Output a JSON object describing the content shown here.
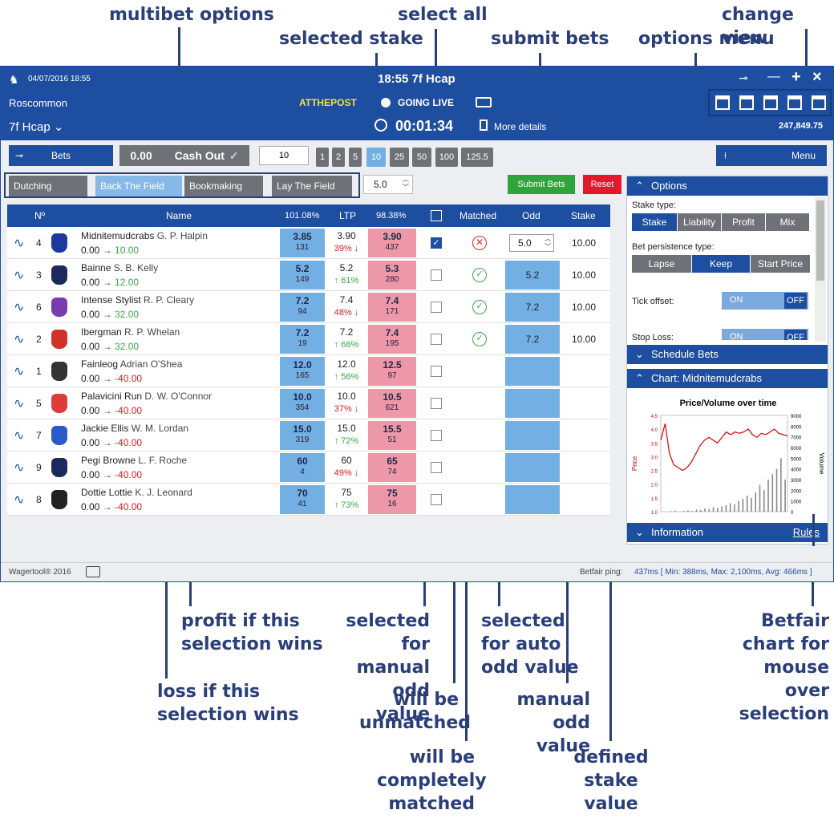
{
  "annotations": {
    "multibet": "multibet options",
    "selected_stake": "selected stake",
    "select_all": "select all",
    "submit_bets": "submit bets",
    "change_view": "change view",
    "options_menu": "options menu",
    "profit1": "profit if this",
    "profit2": "selection wins",
    "loss1": "loss if this",
    "loss2": "selection wins",
    "manual1": "selected",
    "manual2": "for manual",
    "manual3": "odd value",
    "unmatched1": "will be",
    "unmatched2": "unmatched",
    "matched1": "will be",
    "matched2": "completely",
    "matched3": "matched",
    "auto1": "selected",
    "auto2": "for auto",
    "auto3": "odd value",
    "manualodd1": "manual",
    "manualodd2": "odd value",
    "stake1": "defined",
    "stake2": "stake value",
    "chart1": "Betfair",
    "chart2": "chart for",
    "chart3": "mouse over",
    "chart4": "selection"
  },
  "header": {
    "datetime": "04/07/2016 18:55",
    "title": "18:55 7f Hcap",
    "venue": "Roscommon",
    "atthepost": "ATTHEPOST",
    "going": "GOING LIVE",
    "market": "7f Hcap",
    "countdown": "00:01:34",
    "more": "More details",
    "balance": "247,849.75",
    "pin": "⊸",
    "minimize": "—",
    "plus": "+",
    "close": "×"
  },
  "toolbar": {
    "bets": "Bets",
    "cashout_value": "0.00",
    "cashout_label": "Cash Out",
    "stake_input": "10",
    "stakes": [
      "1",
      "2",
      "5",
      "10",
      "25",
      "50",
      "100",
      "125.5"
    ],
    "menu": "Menu",
    "multibet": [
      "Dutching",
      "Back The Field",
      "Bookmaking",
      "Lay The Field"
    ],
    "multibet_value": "5.0",
    "submit": "Submit Bets",
    "reset": "Reset"
  },
  "columns": {
    "no": "Nº",
    "name": "Name",
    "back_pct": "101.08%",
    "ltp": "LTP",
    "lay_pct": "98.38%",
    "matched": "Matched",
    "odd": "Odd",
    "stake": "Stake"
  },
  "runners": [
    {
      "no": "4",
      "name": "Midnitemudcrabs",
      "jockey": "G. P. Halpin",
      "profit": "0.00",
      "target": "10.00",
      "target_color": "#3aa64a",
      "back": "3.85",
      "back_vol": "131",
      "ltp": "3.90",
      "chg": "39% ↓",
      "chg_color": "#d62020",
      "lay": "3.90",
      "lay_vol": "437",
      "checked": true,
      "status": "unmatched",
      "odd": "5.0",
      "odd_mode": "manual",
      "stake": "10.00",
      "silk": "#1b3aa0"
    },
    {
      "no": "3",
      "name": "Bainne",
      "jockey": "S. B. Kelly",
      "profit": "0.00",
      "target": "12.00",
      "target_color": "#3aa64a",
      "back": "5.2",
      "back_vol": "149",
      "ltp": "5.2",
      "chg": "↑ 61%",
      "chg_color": "#3aa64a",
      "lay": "5.3",
      "lay_vol": "280",
      "checked": false,
      "status": "matched",
      "odd": "5.2",
      "odd_mode": "auto",
      "stake": "10.00",
      "silk": "#1b2a5a"
    },
    {
      "no": "6",
      "name": "Intense Stylist",
      "jockey": "R. P. Cleary",
      "profit": "0.00",
      "target": "32.00",
      "target_color": "#3aa64a",
      "back": "7.2",
      "back_vol": "94",
      "ltp": "7.4",
      "chg": "48% ↓",
      "chg_color": "#d62020",
      "lay": "7.4",
      "lay_vol": "171",
      "checked": false,
      "status": "matched",
      "odd": "7.2",
      "odd_mode": "auto",
      "stake": "10.00",
      "silk": "#7a3ab0"
    },
    {
      "no": "2",
      "name": "Ibergman",
      "jockey": "R. P. Whelan",
      "profit": "0.00",
      "target": "32.00",
      "target_color": "#3aa64a",
      "back": "7.2",
      "back_vol": "19",
      "ltp": "7.2",
      "chg": "↑ 68%",
      "chg_color": "#3aa64a",
      "lay": "7.4",
      "lay_vol": "195",
      "checked": false,
      "status": "matched",
      "odd": "7.2",
      "odd_mode": "auto",
      "stake": "10.00",
      "silk": "#d2302a"
    },
    {
      "no": "1",
      "name": "Fainleog",
      "jockey": "Adrian O'Shea",
      "profit": "0.00",
      "target": "-40.00",
      "target_color": "#d62020",
      "back": "12.0",
      "back_vol": "165",
      "ltp": "12.0",
      "chg": "↑ 56%",
      "chg_color": "#3aa64a",
      "lay": "12.5",
      "lay_vol": "97",
      "checked": false,
      "status": "",
      "odd": "",
      "odd_mode": "auto",
      "stake": "",
      "silk": "#333"
    },
    {
      "no": "5",
      "name": "Palavicini Run",
      "jockey": "D. W. O'Connor",
      "profit": "0.00",
      "target": "-40.00",
      "target_color": "#d62020",
      "back": "10.0",
      "back_vol": "354",
      "ltp": "10.0",
      "chg": "37% ↓",
      "chg_color": "#d62020",
      "lay": "10.5",
      "lay_vol": "621",
      "checked": false,
      "status": "",
      "odd": "",
      "odd_mode": "auto",
      "stake": "",
      "silk": "#e03a3a"
    },
    {
      "no": "7",
      "name": "Jackie Ellis",
      "jockey": "W. M. Lordan",
      "profit": "0.00",
      "target": "-40.00",
      "target_color": "#d62020",
      "back": "15.0",
      "back_vol": "319",
      "ltp": "15.0",
      "chg": "↑ 72%",
      "chg_color": "#3aa64a",
      "lay": "15.5",
      "lay_vol": "51",
      "checked": false,
      "status": "",
      "odd": "",
      "odd_mode": "auto",
      "stake": "",
      "silk": "#2a5ac8"
    },
    {
      "no": "9",
      "name": "Pegi Browne",
      "jockey": "L. F. Roche",
      "profit": "0.00",
      "target": "-40.00",
      "target_color": "#d62020",
      "back": "60",
      "back_vol": "4",
      "ltp": "60",
      "chg": "49% ↓",
      "chg_color": "#d62020",
      "lay": "65",
      "lay_vol": "74",
      "checked": false,
      "status": "",
      "odd": "",
      "odd_mode": "auto",
      "stake": "",
      "silk": "#1b2a5a"
    },
    {
      "no": "8",
      "name": "Dottie Lottie",
      "jockey": "K. J. Leonard",
      "profit": "0.00",
      "target": "-40.00",
      "target_color": "#d62020",
      "back": "70",
      "back_vol": "41",
      "ltp": "75",
      "chg": "↑ 73%",
      "chg_color": "#3aa64a",
      "lay": "75",
      "lay_vol": "16",
      "checked": false,
      "status": "",
      "odd": "",
      "odd_mode": "auto",
      "stake": "",
      "silk": "#222"
    }
  ],
  "options": {
    "title": "Options",
    "stake_type_label": "Stake type:",
    "stake_types": [
      "Stake",
      "Liability",
      "Profit",
      "Mix"
    ],
    "persist_label": "Bet persistence type:",
    "persist_types": [
      "Lapse",
      "Keep",
      "Start Price"
    ],
    "tick_label": "Tick offset:",
    "stoploss_label": "Stop Loss:",
    "on": "ON",
    "off": "OFF",
    "schedule": "Schedule Bets",
    "chart_header": "Chart: Midnitemudcrabs",
    "information": "Information",
    "rules": "Rules"
  },
  "chart_data": {
    "type": "line",
    "title": "Price/Volume over time",
    "ylabel": "Price",
    "y2label": "Volume",
    "yticks": [
      "4.5",
      "4.0",
      "3.5",
      "3.0",
      "2.5",
      "2.0",
      "1.5",
      "1.0"
    ],
    "y2ticks": [
      "9000",
      "8000",
      "7000",
      "6000",
      "5000",
      "4000",
      "3000",
      "2000",
      "1000",
      "0"
    ],
    "ylim": [
      1.0,
      4.5
    ],
    "y2lim": [
      0,
      9000
    ],
    "series": [
      {
        "axis": "left",
        "values": [
          3.6,
          4.2,
          3.1,
          2.7,
          2.6,
          2.5,
          2.6,
          2.8,
          3.1,
          3.4,
          3.6,
          3.7,
          3.6,
          3.5,
          3.7,
          3.9,
          3.8,
          3.9,
          3.85,
          3.9,
          4.0,
          3.8,
          3.7,
          3.85,
          3.8,
          3.9,
          4.0,
          3.85,
          3.8,
          3.75
        ]
      },
      {
        "axis": "right",
        "values": [
          0,
          0,
          50,
          100,
          0,
          80,
          120,
          60,
          200,
          150,
          300,
          250,
          400,
          350,
          500,
          600,
          800,
          700,
          1000,
          1200,
          1500,
          1300,
          1800,
          2500,
          2000,
          3000,
          3500,
          4000,
          5000,
          3000
        ]
      }
    ]
  },
  "footer": {
    "left": "Wagertool® 2016",
    "right_label": "Betfair ping:",
    "right_value": "437ms [ Min: 388ms, Max: 2,100ms, Avg: 466ms ]"
  }
}
